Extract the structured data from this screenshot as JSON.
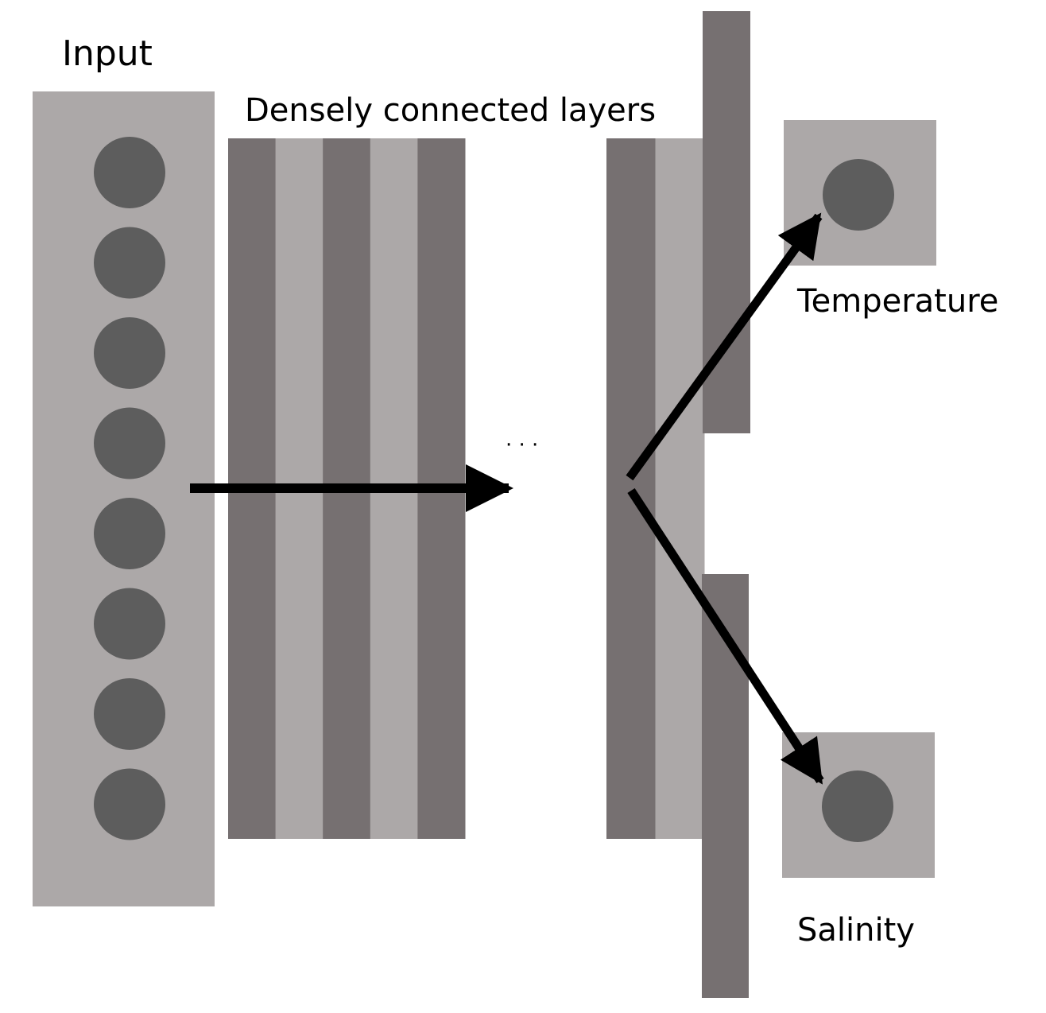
{
  "labels": {
    "input": "Input",
    "dense_layers": "Densely connected layers",
    "ellipsis": "· · ·",
    "temperature": "Temperature",
    "salinity": "Salinity"
  },
  "colors": {
    "background": "#ffffff",
    "light_gray": "#aca8a8",
    "dark_gray": "#767071",
    "node": "#5d5d5d",
    "arrow": "#000000"
  },
  "input_node_count": 8,
  "dense_block_stripes": [
    "dark",
    "light",
    "dark",
    "light",
    "dark"
  ],
  "final_block_stripes": [
    "dark",
    "light"
  ]
}
